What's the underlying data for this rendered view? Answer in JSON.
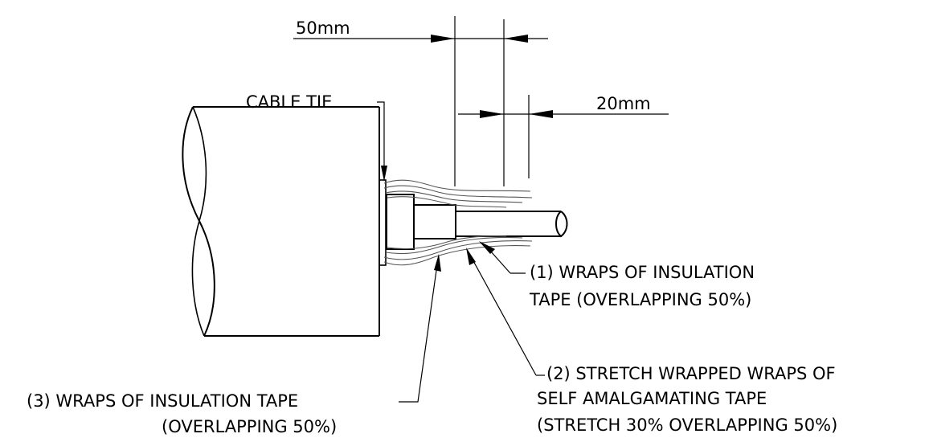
{
  "dimensions": {
    "overall": "50mm",
    "stub": "20mm"
  },
  "labels": {
    "cable_tie": "CABLE TIE",
    "item1_line1": "(1) WRAPS OF INSULATION",
    "item1_line2": "TAPE (OVERLAPPING 50%)",
    "item2_line1": "(2) STRETCH WRAPPED WRAPS OF",
    "item2_line2": "SELF AMALGAMATING TAPE",
    "item2_line3": "(STRETCH 30% OVERLAPPING 50%)",
    "item3_line1": "(3) WRAPS OF INSULATION TAPE",
    "item3_line2": "(OVERLAPPING 50%)"
  },
  "colors": {
    "line": "#000000",
    "tape": "#555555",
    "background": "#ffffff"
  }
}
